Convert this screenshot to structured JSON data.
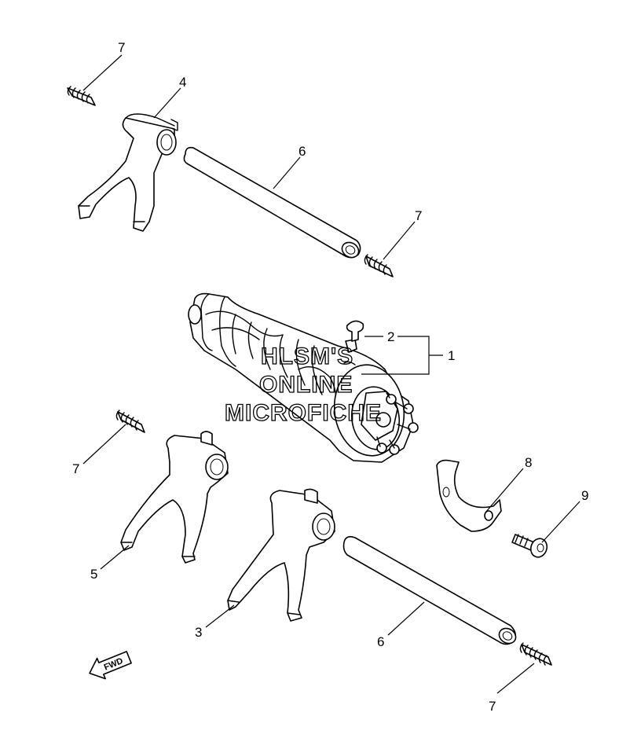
{
  "callouts": {
    "c1": "1",
    "c2": "2",
    "c3": "3",
    "c4": "4",
    "c5": "5",
    "c6a": "6",
    "c6b": "6",
    "c7a": "7",
    "c7b": "7",
    "c7c": "7",
    "c7d": "7",
    "c8": "8",
    "c9": "9"
  },
  "watermark": {
    "line1": "HLSM'S",
    "line2": "ONLINE",
    "line3": "MICROFICHE"
  },
  "fwd_label": "FWD",
  "colors": {
    "ink": "#000000",
    "paper": "#ffffff"
  }
}
